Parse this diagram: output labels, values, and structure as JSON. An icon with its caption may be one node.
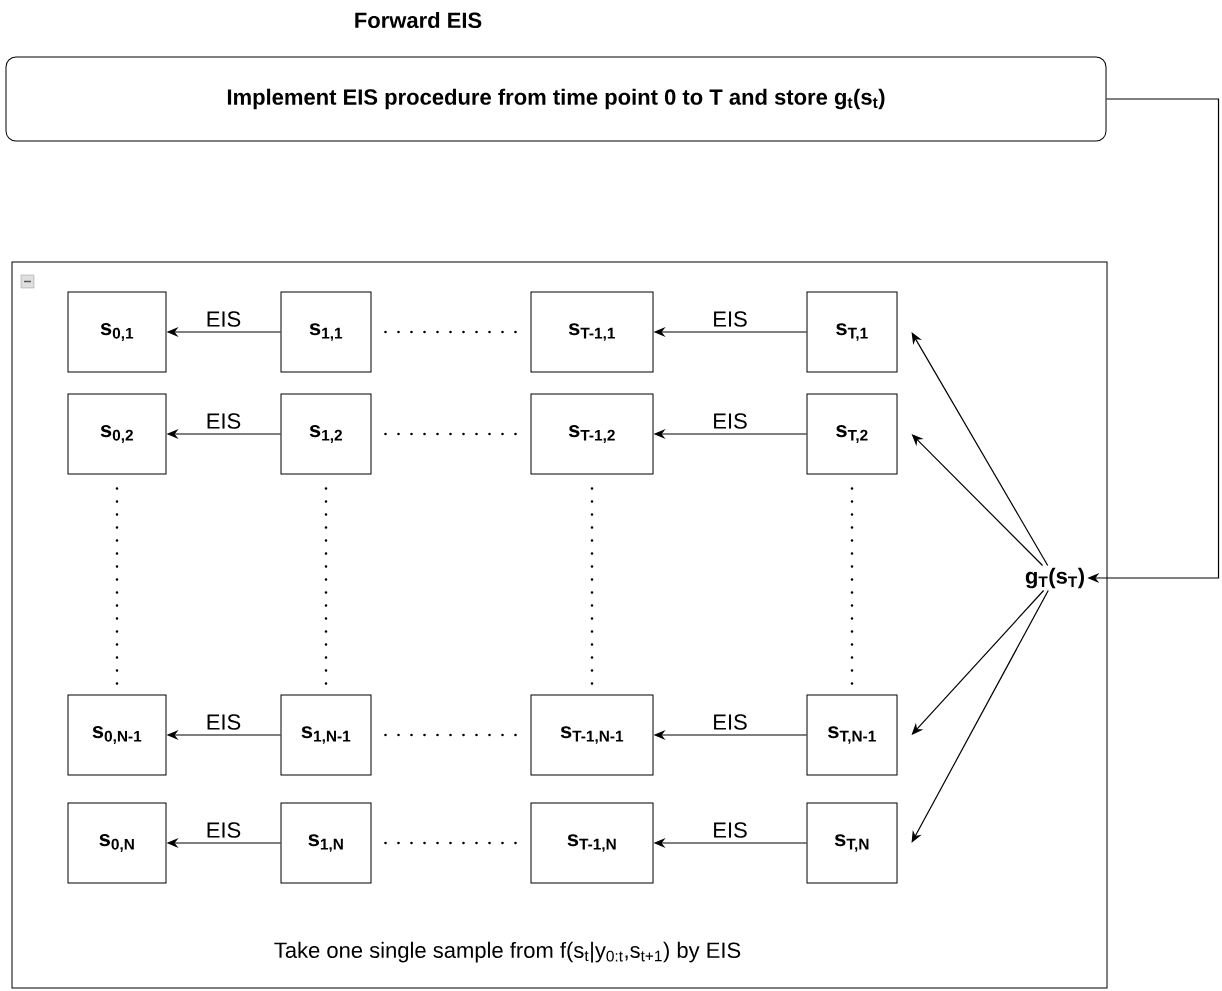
{
  "diagram": {
    "title": "Forward EIS",
    "nodes": [
      {
        "text": [
          "Implement EIS procedure from time point 0 to T and store g$_{t}$(s$_{t}$)"
        ]
      },
      {
        "text": [
          "Take one single sample from f(s$_{t}$|y$_{0:t}$,s$_{t+1}$) by EIS"
        ]
      },
      {
        "text": [
          "s$_{0,1}$"
        ],
        "in": 1
      },
      {
        "text": [
          "s$_{1,1}$"
        ],
        "in": 1
      },
      {
        "text": [
          "s$_{T-1,1}$"
        ],
        "in": 1
      },
      {
        "text": [
          "s$_{T,1}$"
        ],
        "in": 1
      },
      {
        "text": [
          "s$_{0,2}$"
        ],
        "in": 1
      },
      {
        "text": [
          "s$_{1,2}$"
        ],
        "in": 1
      },
      {
        "text": [
          "s$_{T-1,2}$"
        ],
        "in": 1
      },
      {
        "text": [
          "s$_{T,2}$"
        ],
        "in": 1
      },
      {
        "text": [
          "s$_{0,N-1}$"
        ],
        "in": 1
      },
      {
        "text": [
          "s$_{1,N-1}$"
        ],
        "in": 1
      },
      {
        "text": [
          "s$_{T-1,N-1}$"
        ],
        "in": 1
      },
      {
        "text": [
          "s$_{T,N-1}$"
        ],
        "in": 1
      },
      {
        "text": [
          "s$_{0,N}$"
        ],
        "in": 1
      },
      {
        "text": [
          "s$_{1,N}$"
        ],
        "in": 1
      },
      {
        "text": [
          "s$_{T-1,N}$"
        ],
        "in": 1
      },
      {
        "text": [
          "s$_{T,N}$"
        ],
        "in": 1
      },
      {
        "text": [
          "g$_{T}$(s$_{T}$)"
        ],
        "in": 1
      }
    ],
    "edges": [
      {
        "from": 0,
        "to": 18,
        "arrow": "to"
      },
      {
        "from": 3,
        "to": 2,
        "arrow": "to",
        "label": "EIS"
      },
      {
        "from": 5,
        "to": 4,
        "arrow": "to",
        "label": "EIS"
      },
      {
        "from": 7,
        "to": 6,
        "arrow": "to",
        "label": "EIS"
      },
      {
        "from": 9,
        "to": 8,
        "arrow": "to",
        "label": "EIS"
      },
      {
        "from": 11,
        "to": 10,
        "arrow": "to",
        "label": "EIS"
      },
      {
        "from": 13,
        "to": 12,
        "arrow": "to",
        "label": "EIS"
      },
      {
        "from": 15,
        "to": 14,
        "arrow": "to",
        "label": "EIS"
      },
      {
        "from": 17,
        "to": 16,
        "arrow": "to",
        "label": "EIS"
      },
      {
        "from": 18,
        "to": 5,
        "arrow": "to"
      },
      {
        "from": 18,
        "to": 9,
        "arrow": "to"
      },
      {
        "from": 18,
        "to": 13,
        "arrow": "to"
      },
      {
        "from": 18,
        "to": 17,
        "arrow": "to"
      }
    ]
  }
}
